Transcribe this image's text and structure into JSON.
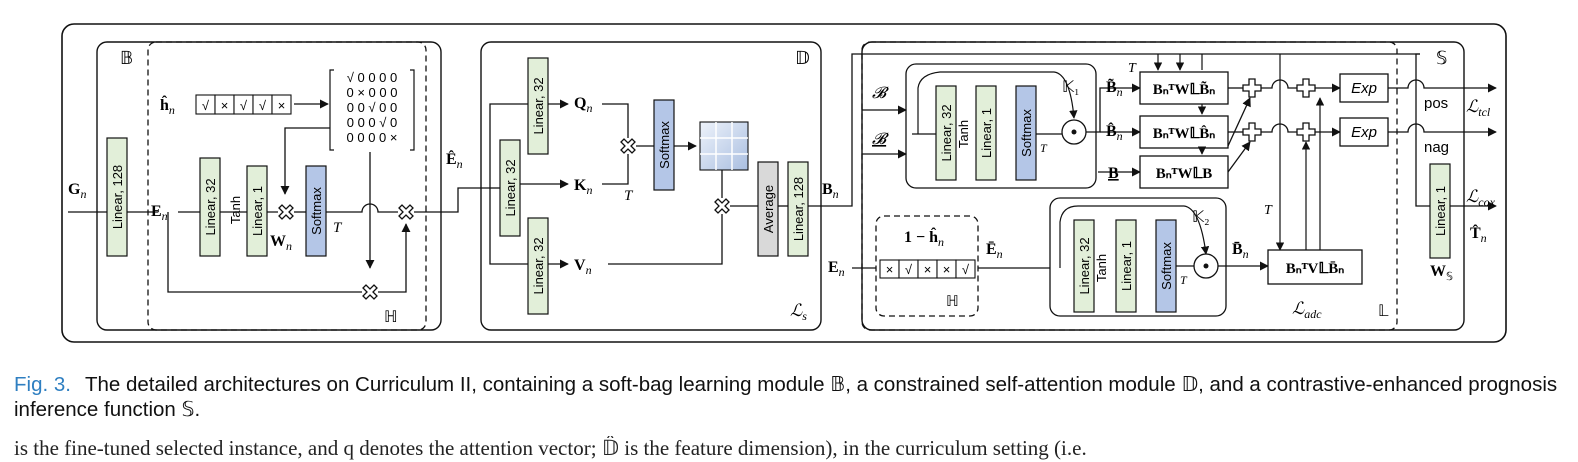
{
  "modules": {
    "B": {
      "label": "𝔹"
    },
    "D": {
      "label": "𝔻"
    },
    "S": {
      "label": "𝕊"
    },
    "H": {
      "label": "ℍ"
    },
    "H2": {
      "label": "ℍ"
    },
    "K1": {
      "label": "𝕂₁"
    },
    "K2": {
      "label": "𝕂₂"
    },
    "L": {
      "label": "𝕃"
    }
  },
  "inputs": {
    "G": "G",
    "G_sub": "n",
    "E": "E",
    "E_sub": "n",
    "h_hat": "ĥ",
    "h_hat_sub": "n",
    "E_hat": "Ê",
    "E_hat_sub": "n",
    "W": "W",
    "W_sub": "n",
    "B": "B",
    "B_sub": "n",
    "E2": "E",
    "E2_sub": "n",
    "E_bar": "Ē",
    "E_bar_sub": "n",
    "Q": "Q",
    "K": "K",
    "V": "V",
    "qkv_sub": "n",
    "T_hat": "T̂",
    "T_hat_sub": "n"
  },
  "blocks": {
    "linear128": "Linear, 128",
    "linear32": "Linear, 32",
    "linear1": "Linear, 1",
    "tanh": "Tanh",
    "softmax": "Softmax",
    "average": "Average",
    "exp": "Exp"
  },
  "mask": {
    "h_cells": [
      "√",
      "×",
      "√",
      "√",
      "×"
    ],
    "matrix_rows": [
      "√ 0 0 0 0",
      "0 × 0 0 0",
      "0 0 √ 0 0",
      "0 0 0 √ 0",
      "0 0 0 0 ×"
    ],
    "one_minus_h": "1 − ĥ",
    "one_minus_h_sub": "n",
    "inv_cells": [
      "×",
      "√",
      "×",
      "×",
      "√"
    ]
  },
  "symbols": {
    "T": "T",
    "calB": "𝓑",
    "calB_under": "𝓑",
    "Btilde": "B̃",
    "Bhat": "B̂",
    "Bbar": "B̄",
    "Bunder": "B",
    "n": "n",
    "W_S": "W",
    "W_S_sub": "𝕊"
  },
  "formulas": {
    "f1": "BₙᵀW𝕃B̃ₙ",
    "f2": "BₙᵀW𝕃B̂ₙ",
    "f3": "BₙᵀW𝕃B",
    "f4": "BₙᵀV𝕃B̄ₙ"
  },
  "outputs": {
    "pos": "pos",
    "nag": "nag",
    "L_tcl": "ℒ",
    "L_tcl_sub": "tcl",
    "L_cox": "ℒ",
    "L_cox_sub": "cox",
    "L_s": "ℒ",
    "L_s_sub": "s",
    "L_adc": "ℒ",
    "L_adc_sub": "adc"
  },
  "caption": {
    "fig_label": "Fig. 3.",
    "text": "The detailed architectures on Curriculum II, containing a soft-bag learning module 𝔹, a constrained self-attention module 𝔻, and a contrastive-enhanced prognosis inference function 𝕊."
  },
  "body_text": "is the fine-tuned selected instance, and q denotes the attention vector; 𝔻̂ is the feature dimension), in the curriculum setting (i.e."
}
